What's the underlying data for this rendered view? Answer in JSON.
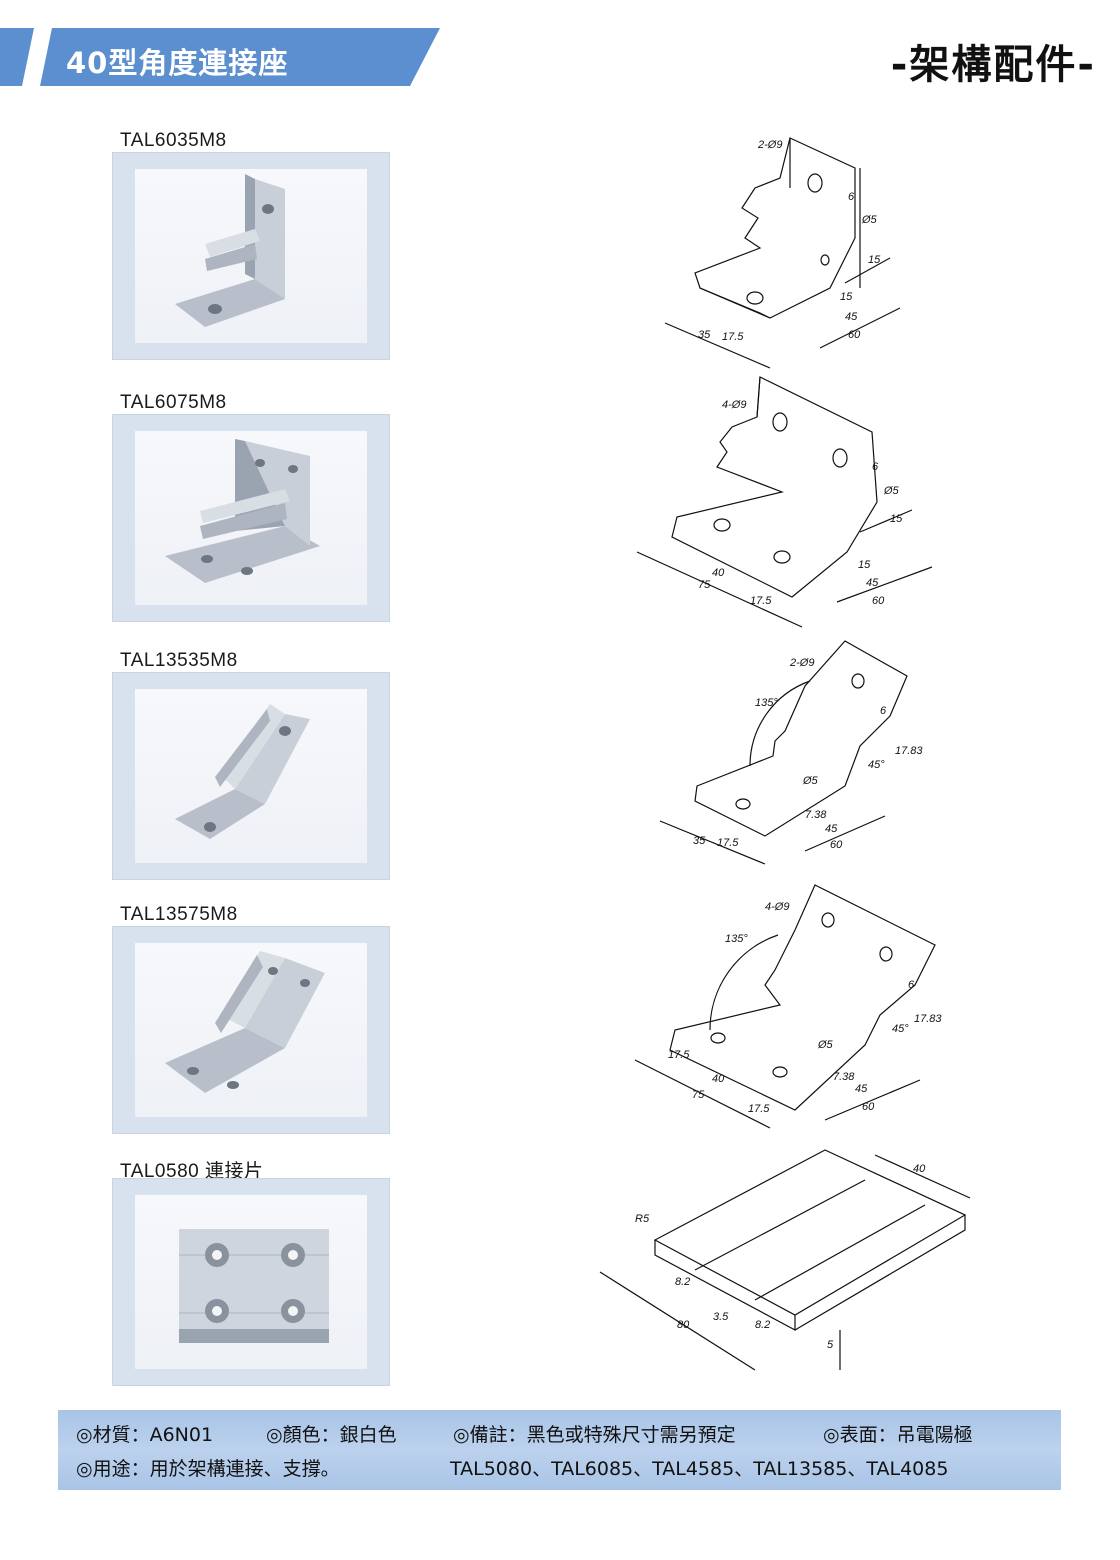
{
  "header": {
    "title": "40型角度連接座",
    "category": "-架構配件-"
  },
  "products": [
    {
      "model": "TAL6035M8"
    },
    {
      "model": "TAL6075M8"
    },
    {
      "model": "TAL13535M8"
    },
    {
      "model": "TAL13575M8"
    },
    {
      "model": "TAL0580 連接片"
    }
  ],
  "drawings": {
    "d1": {
      "holes": "2-Ø9",
      "d6": "6",
      "phi5": "Ø5",
      "d15a": "15",
      "d15b": "15",
      "d45": "45",
      "d60": "60",
      "d35": "35",
      "d175": "17.5"
    },
    "d2": {
      "holes": "4-Ø9",
      "d6": "6",
      "phi5": "Ø5",
      "d15a": "15",
      "d15b": "15",
      "d45": "45",
      "d60": "60",
      "d40": "40",
      "d75": "75",
      "d175": "17.5"
    },
    "d3": {
      "holes": "2-Ø9",
      "angle": "135°",
      "d6": "6",
      "phi5": "Ø5",
      "d45deg": "45°",
      "d1783": "17.83",
      "d738": "7.38",
      "d45": "45",
      "d60": "60",
      "d35": "35",
      "d175": "17.5"
    },
    "d4": {
      "holes": "4-Ø9",
      "angle": "135°",
      "d6": "6",
      "phi5": "Ø5",
      "d45deg": "45°",
      "d1783": "17.83",
      "d738": "7.38",
      "d45": "45",
      "d60": "60",
      "d175a": "17.5",
      "d40": "40",
      "d75": "75",
      "d175b": "17.5"
    },
    "d5": {
      "r5": "R5",
      "d40": "40",
      "d80": "80",
      "d82a": "8.2",
      "d82b": "8.2",
      "d35": "3.5",
      "d5": "5"
    }
  },
  "footer": {
    "material": "◎材質：A6N01",
    "color": "◎顏色：銀白色",
    "remark": "◎備註：黑色或特殊尺寸需另預定",
    "surface": "◎表面：吊電陽極",
    "usage": "◎用途：用於架構連接、支撐。",
    "related_models": "TAL5080、TAL6085、TAL4585、TAL13585、TAL4085"
  },
  "colors": {
    "header_band": "#5b8fd0",
    "footer_band": "#b0c9ea",
    "photo_frame": "#d8e2ef"
  }
}
